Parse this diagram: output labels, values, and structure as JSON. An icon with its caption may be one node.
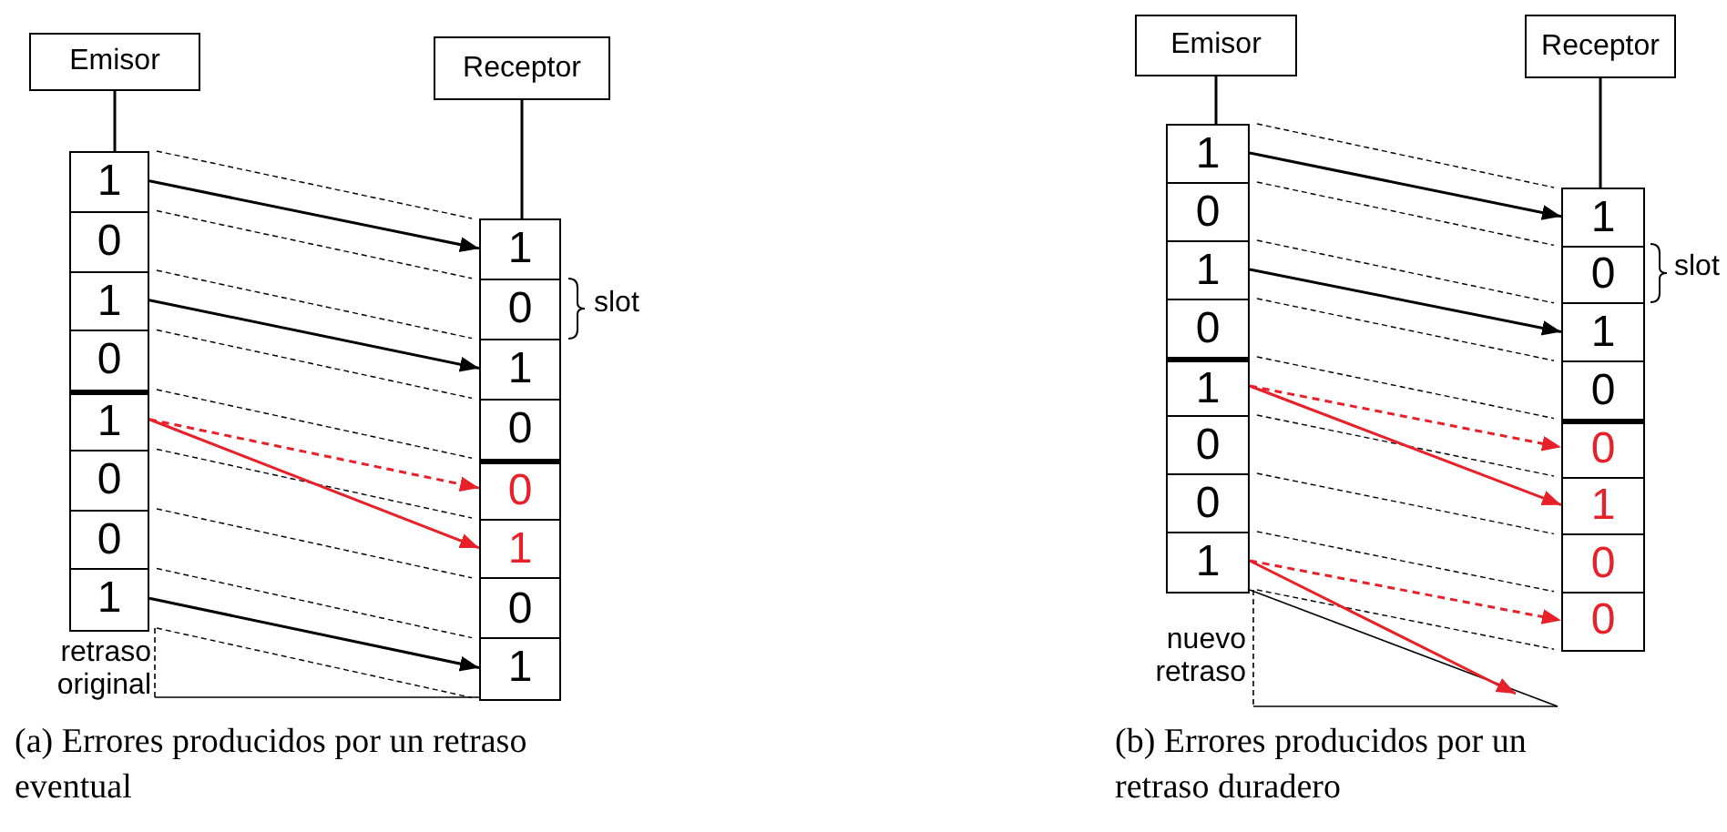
{
  "diagram": {
    "nodes": [
      {
        "text": [
          "Emisor"
        ]
      },
      {
        "text": [
          "Receptor"
        ]
      },
      {
        "text": [
          "1"
        ]
      },
      {
        "text": [
          "0"
        ]
      },
      {
        "text": [
          "1"
        ]
      },
      {
        "text": [
          "0"
        ]
      },
      {
        "text": [
          "1"
        ]
      },
      {
        "text": [
          "0"
        ]
      },
      {
        "text": [
          "0"
        ]
      },
      {
        "text": [
          "1"
        ]
      },
      {
        "text": [
          "1"
        ]
      },
      {
        "text": [
          "0"
        ]
      },
      {
        "text": [
          "1"
        ]
      },
      {
        "text": [
          "0"
        ]
      },
      {
        "text": [
          "0"
        ]
      },
      {
        "text": [
          "1"
        ]
      },
      {
        "text": [
          "0"
        ]
      },
      {
        "text": [
          "1"
        ]
      },
      {
        "text": [
          "Emisor"
        ]
      },
      {
        "text": [
          "Receptor"
        ]
      },
      {
        "text": [
          "1"
        ]
      },
      {
        "text": [
          "0"
        ]
      },
      {
        "text": [
          "1"
        ]
      },
      {
        "text": [
          "0"
        ]
      },
      {
        "text": [
          "1"
        ]
      },
      {
        "text": [
          "0"
        ]
      },
      {
        "text": [
          "0"
        ]
      },
      {
        "text": [
          "1"
        ]
      },
      {
        "text": [
          "1"
        ]
      },
      {
        "text": [
          "0"
        ]
      },
      {
        "text": [
          "1"
        ]
      },
      {
        "text": [
          "0"
        ]
      },
      {
        "text": [
          "0"
        ]
      },
      {
        "text": [
          "1"
        ]
      },
      {
        "text": [
          "0"
        ]
      },
      {
        "text": [
          "0"
        ]
      }
    ],
    "edges": [
      {
        "from": 0,
        "to": 2,
        "arrow": "none"
      },
      {
        "from": 1,
        "to": 10,
        "arrow": "none"
      },
      {
        "from": 2,
        "to": 10,
        "arrow": "to"
      },
      {
        "from": 4,
        "to": 12,
        "arrow": "to"
      },
      {
        "from": 6,
        "to": 14,
        "arrow": "to",
        "style": "dashed",
        "color": "#e8202a"
      },
      {
        "from": 6,
        "to": 15,
        "arrow": "to",
        "color": "#e8202a"
      },
      {
        "from": 9,
        "to": 17,
        "arrow": "to"
      },
      {
        "from": 18,
        "to": 20,
        "arrow": "none"
      },
      {
        "from": 19,
        "to": 28,
        "arrow": "none"
      },
      {
        "from": 20,
        "to": 28,
        "arrow": "to"
      },
      {
        "from": 22,
        "to": 30,
        "arrow": "to"
      },
      {
        "from": 24,
        "to": 32,
        "arrow": "to",
        "style": "dashed",
        "color": "#e8202a"
      },
      {
        "from": 24,
        "to": 33,
        "arrow": "to",
        "color": "#e8202a"
      },
      {
        "from": 27,
        "to": 35,
        "arrow": "to",
        "style": "dashed",
        "color": "#e8202a"
      },
      {
        "from": 27,
        "to": null,
        "arrow": "to",
        "color": "#e8202a"
      }
    ],
    "labels": [
      "slot",
      "retraso original",
      "slot",
      "nuevo retraso",
      "(a) Errores producidos por un retraso eventual",
      "(b) Errores producidos por un retraso duradero"
    ]
  }
}
